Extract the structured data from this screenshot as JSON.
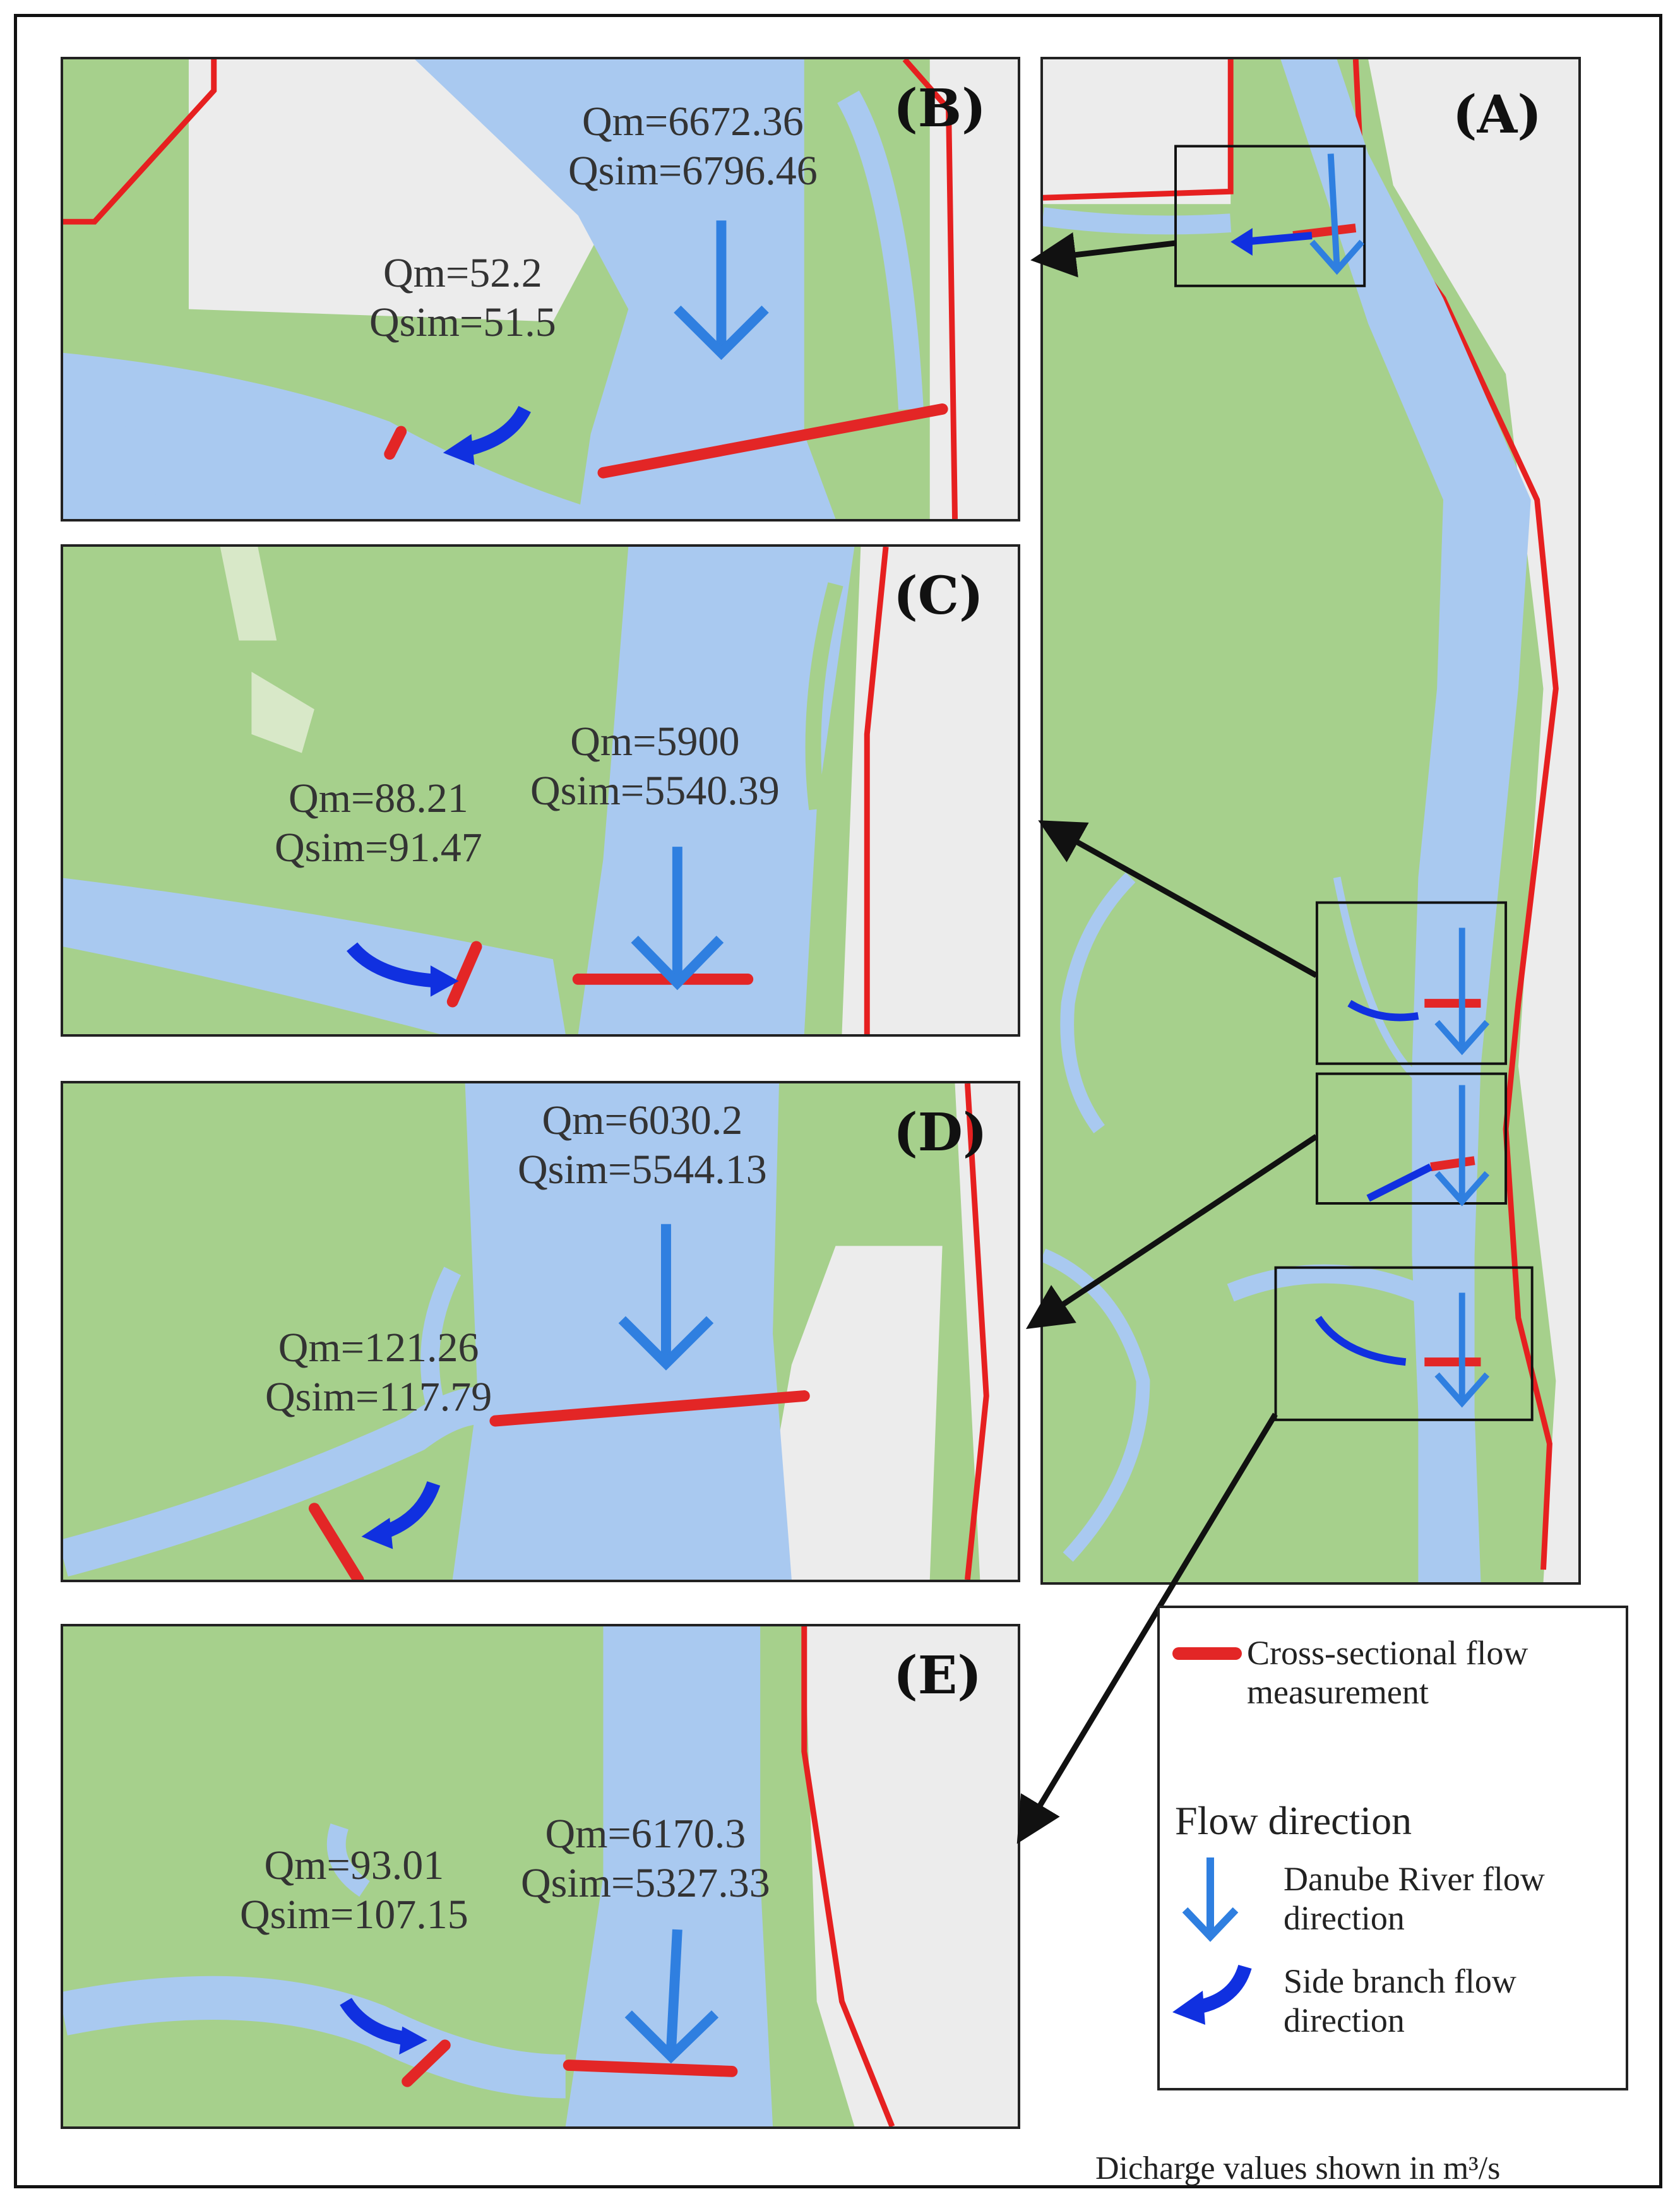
{
  "panels": {
    "A": {
      "label": "(A)"
    },
    "B": {
      "label": "(B)",
      "main_measure": "Qm=6672.36",
      "main_sim": "Qsim=6796.46",
      "side_measure": "Qm=52.2",
      "side_sim": "Qsim=51.5"
    },
    "C": {
      "label": "(C)",
      "main_measure": "Qm=5900",
      "main_sim": "Qsim=5540.39",
      "side_measure": "Qm=88.21",
      "side_sim": "Qsim=91.47"
    },
    "D": {
      "label": "(D)",
      "main_measure": "Qm=6030.2",
      "main_sim": "Qsim=5544.13",
      "side_measure": "Qm=121.26",
      "side_sim": "Qsim=117.79"
    },
    "E": {
      "label": "(E)",
      "main_measure": "Qm=6170.3",
      "main_sim": "Qsim=5327.33",
      "side_measure": "Qm=93.01",
      "side_sim": "Qsim=107.15"
    }
  },
  "legend": {
    "cross_section_line1": "Cross-sectional flow",
    "cross_section_line2": "measurement",
    "flow_direction_title": "Flow direction",
    "danube_line1": "Danube River flow",
    "danube_line2": "direction",
    "side_line1": "Side branch flow",
    "side_line2": "direction"
  },
  "unit_note": "Dicharge values shown in m³/s",
  "colors": {
    "land": "#a6d08c",
    "river": "#a9c9f0",
    "urban": "#ececec",
    "boundary": "#e62020",
    "measurement": "#e32626",
    "danube_arrow": "#2f7fe0",
    "side_arrow": "#1030e0"
  }
}
